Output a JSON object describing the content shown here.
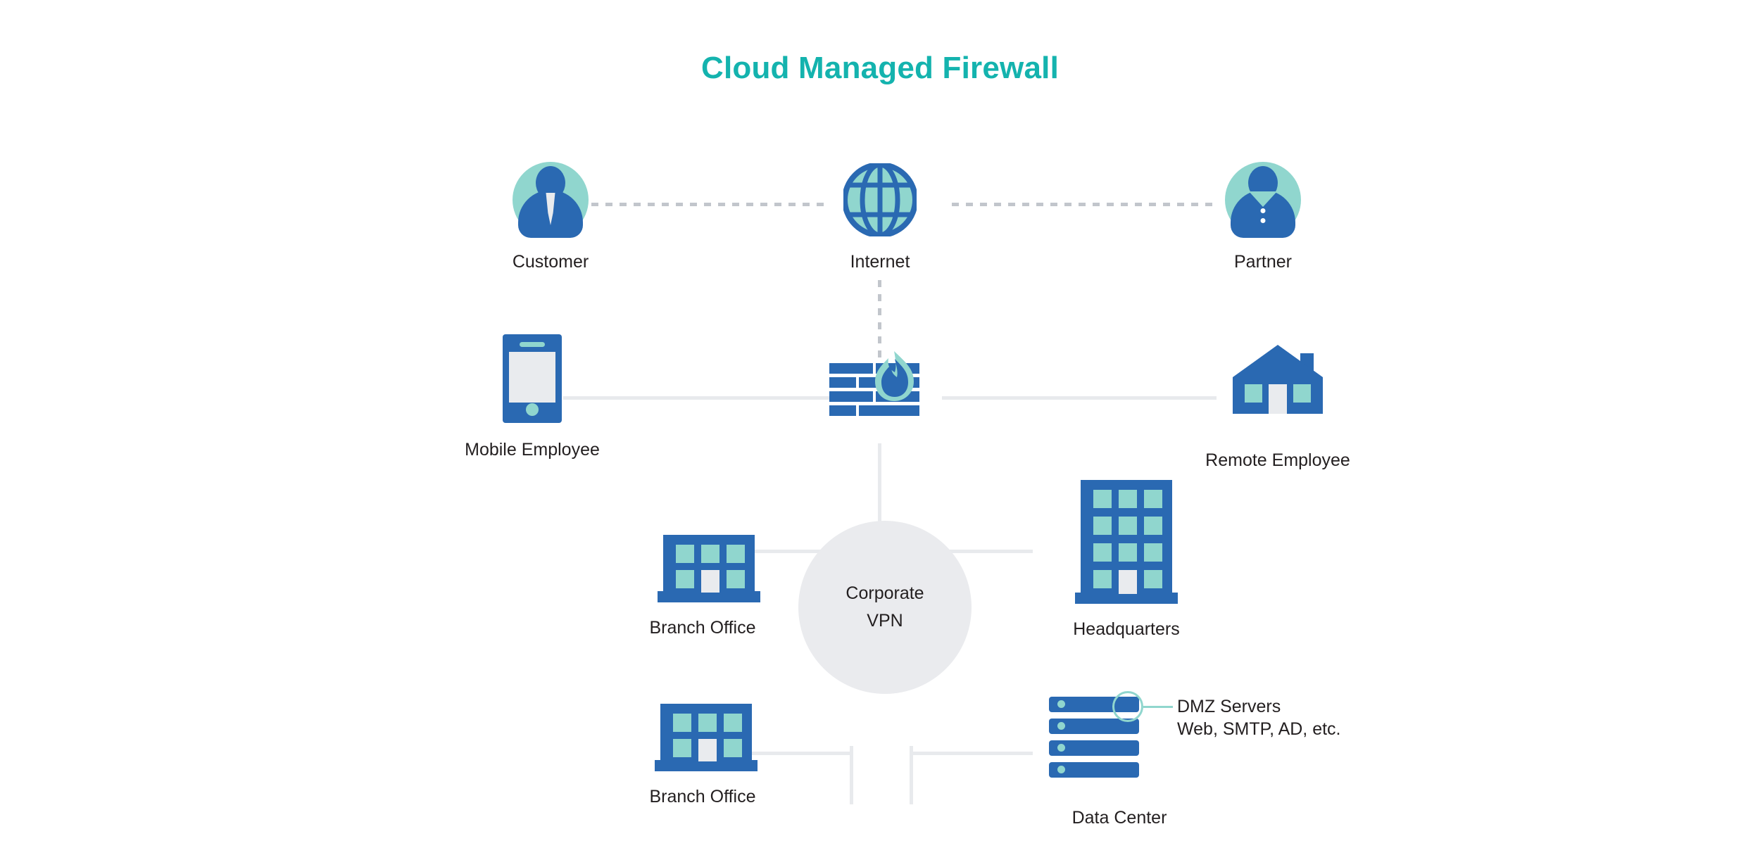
{
  "diagram": {
    "title": "Cloud Managed Firewall",
    "accent_color": "#14b3ae",
    "primary_blue": "#2a69b2",
    "teal": "#90d6ce",
    "line_gray": "#e8eaed",
    "dash_gray": "#c2c6cc",
    "vpn_fill": "#eaebee",
    "text_color": "#231f20"
  },
  "nodes": {
    "customer": {
      "label": "Customer",
      "icon": "person-icon"
    },
    "internet": {
      "label": "Internet",
      "icon": "globe-icon"
    },
    "partner": {
      "label": "Partner",
      "icon": "person-icon"
    },
    "mobile_employee": {
      "label": "Mobile Employee",
      "icon": "smartphone-icon"
    },
    "firewall": {
      "label": "",
      "icon": "firewall-brick-flame-icon"
    },
    "remote_employee": {
      "label": "Remote Employee",
      "icon": "house-icon"
    },
    "branch_office_upper": {
      "label": "Branch Office",
      "icon": "office-building-icon"
    },
    "branch_office_lower": {
      "label": "Branch Office",
      "icon": "office-building-icon"
    },
    "headquarters": {
      "label": "Headquarters",
      "icon": "tall-building-icon"
    },
    "data_center": {
      "label": "Data Center",
      "icon": "server-stack-icon"
    },
    "corporate_vpn": {
      "label_line1": "Corporate",
      "label_line2": "VPN",
      "icon": "vpn-cloud-circle"
    }
  },
  "annotations": {
    "dmz": {
      "line1": "DMZ Servers",
      "line2": "Web, SMTP, AD, etc."
    }
  }
}
